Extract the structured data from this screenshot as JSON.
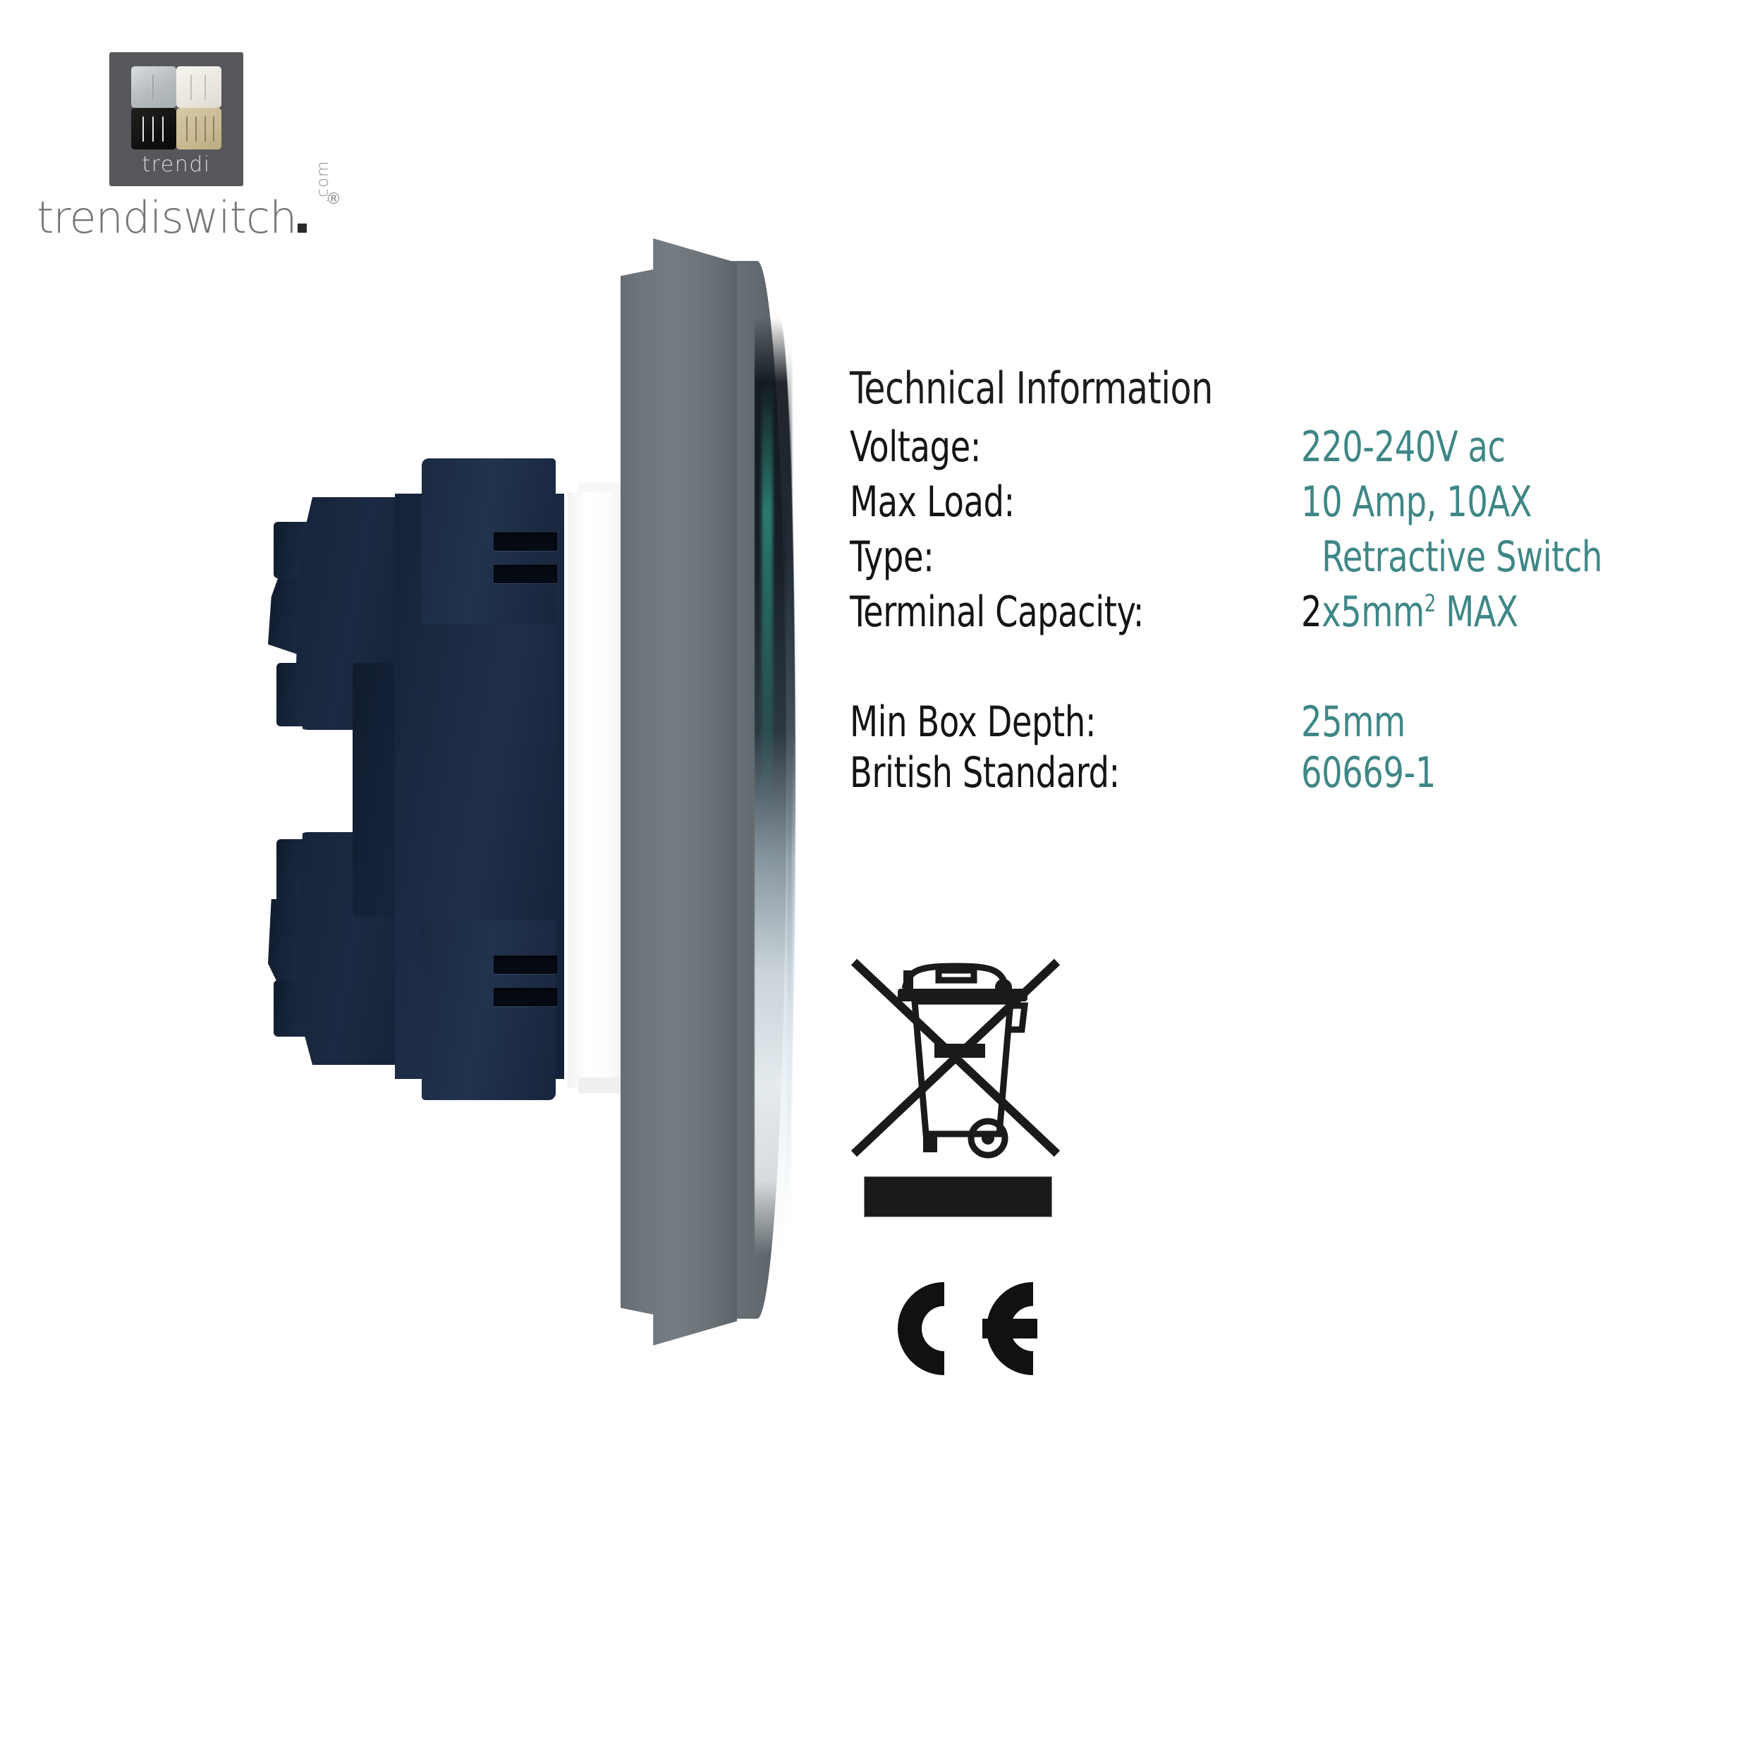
{
  "brand": {
    "logo_tile_word": "trendi",
    "wordmark": "trendiswitch",
    "dotcom": ".com",
    "registered": "®",
    "logo_icon_name": "trendi-logo-tile"
  },
  "specs": {
    "title": "Technical Information",
    "rows": [
      {
        "label": "Voltage:",
        "value": "220-240V ac",
        "value_lead": "",
        "indent": false
      },
      {
        "label": "Max Load:",
        "value": "10 Amp, 10AX",
        "value_lead": "",
        "indent": false
      },
      {
        "label": "Type:",
        "value": "Retractive Switch",
        "value_lead": "",
        "indent": true
      },
      {
        "label": "Terminal Capacity:",
        "value": "x5mm² MAX",
        "value_lead": "2",
        "indent": false
      }
    ],
    "rows2": [
      {
        "label": "Min Box Depth:",
        "value": "25mm"
      },
      {
        "label": "British Standard:",
        "value": "60669-1"
      }
    ]
  },
  "compliance": {
    "weee_icon_name": "weee-crossed-out-wheelie-bin-icon",
    "weee_bar_name": "weee-black-bar",
    "ce_icon_name": "ce-mark-icon",
    "ce_label": "CE"
  },
  "product": {
    "alt": "Side profile of warm grey light switch faceplate with navy mechanism",
    "faceplate_color": "#6f777c",
    "mechanism_color": "#17253c",
    "mounting_plate_color": "#fbfbfa"
  },
  "colors": {
    "accent_teal": "#3f8787",
    "text_dark": "#141414",
    "brand_grey": "#75767a",
    "logo_tile_bg": "#56575a",
    "background": "#ffffff"
  }
}
